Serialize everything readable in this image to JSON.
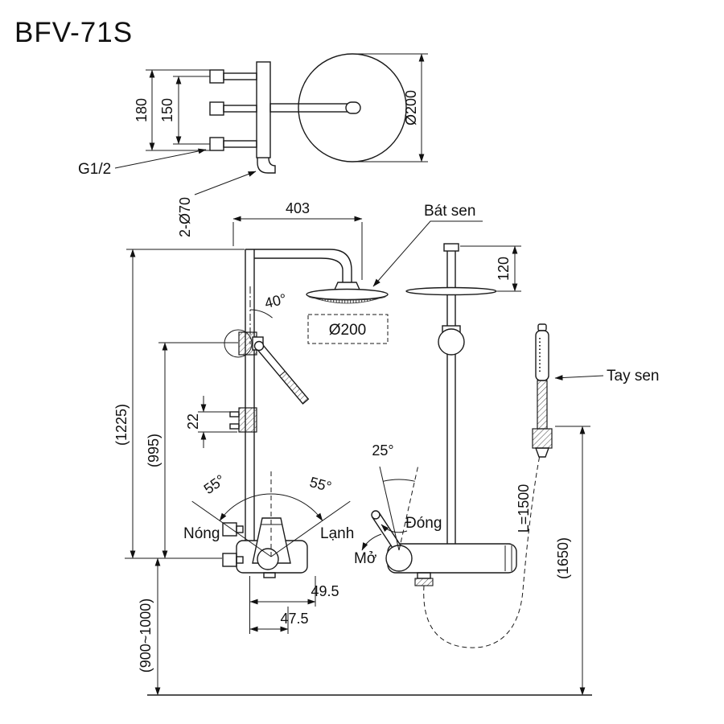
{
  "title": "BFV-71S",
  "top_view": {
    "dim_vertical_outer": "180",
    "dim_vertical_inner": "150",
    "thread_label": "G1/2",
    "head_diameter": "Ø200",
    "flange_note": "2-Ø70"
  },
  "front_view": {
    "arm_reach": "403",
    "head_label": "Bát sen",
    "head_diameter": "Ø200",
    "hand_shower_angle": "40°",
    "bracket_dim": "22",
    "handle_angle_left": "55°",
    "handle_angle_right": "55°",
    "hot_label": "Nóng",
    "cold_label": "Lạnh",
    "spout_dim_long": "49.5",
    "spout_dim_short": "47.5",
    "height_total": "(1225)",
    "height_mid": "(995)",
    "install_height": "(900~1000)"
  },
  "side_view": {
    "head_offset": "120",
    "lever_angle": "25°",
    "close_label": "Đóng",
    "open_label": "Mở",
    "hose_length": "L=1500",
    "hand_shower_height": "(1650)"
  },
  "hand_shower": {
    "label": "Tay sen"
  }
}
